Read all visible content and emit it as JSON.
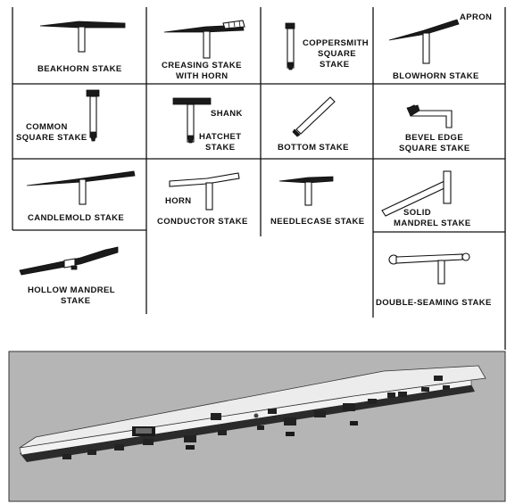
{
  "stakes": {
    "beakhorn": "BEAKHORN STAKE",
    "creasing_1": "CREASING STAKE",
    "creasing_2": "WITH HORN",
    "coppersmith_1": "COPPERSMITH",
    "coppersmith_2": "SQUARE",
    "coppersmith_3": "STAKE",
    "apron": "APRON",
    "blowhorn": "BLOWHORN STAKE",
    "common_1": "COMMON",
    "common_2": "SQUARE STAKE",
    "shank": "SHANK",
    "hatchet_1": "HATCHET",
    "hatchet_2": "STAKE",
    "bottom": "BOTTOM STAKE",
    "bevel_1": "BEVEL EDGE",
    "bevel_2": "SQUARE STAKE",
    "candlemold": "CANDLEMOLD STAKE",
    "horn": "HORN",
    "conductor": "CONDUCTOR STAKE",
    "needlecase": "NEEDLECASE STAKE",
    "solid_1": "SOLID",
    "solid_2": "MANDREL STAKE",
    "hollow_1": "HOLLOW MANDREL",
    "hollow_2": "STAKE",
    "double_seaming": "DOUBLE-SEAMING STAKE"
  }
}
